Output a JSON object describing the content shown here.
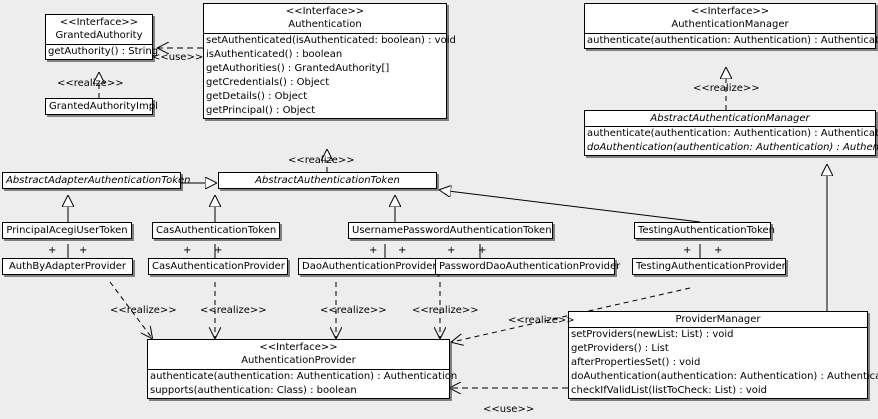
{
  "diagram": {
    "type": "uml-class-diagram",
    "background_color": "#ededed",
    "box_fill": "#ffffff",
    "line_color": "#000000",
    "stereotype_interface": "<<Interface>>",
    "stereotype_realize": "<<realize>>",
    "stereotype_use": "<<use>>",
    "association_marker": "+"
  },
  "classes": {
    "granted_authority": {
      "stereotype": "<<Interface>>",
      "name": "GrantedAuthority",
      "members": [
        "getAuthority() : String"
      ]
    },
    "granted_authority_impl": {
      "name": "GrantedAuthorityImpl",
      "members": []
    },
    "authentication": {
      "stereotype": "<<Interface>>",
      "name": "Authentication",
      "members": [
        "setAuthenticated(isAuthenticated: boolean) : void",
        "isAuthenticated() : boolean",
        "getAuthorities() : GrantedAuthority[]",
        "getCredentials() : Object",
        "getDetails() : Object",
        "getPrincipal() : Object"
      ]
    },
    "authentication_manager": {
      "stereotype": "<<Interface>>",
      "name": "AuthenticationManager",
      "members": [
        "authenticate(authentication: Authentication) : Authentication"
      ]
    },
    "abstract_authentication_manager": {
      "name": "AbstractAuthenticationManager",
      "abstract": true,
      "members": [
        "authenticate(authentication: Authentication) : Authentication",
        "doAuthentication(authentication: Authentication) : Authentication"
      ],
      "abstract_members": [
        1
      ]
    },
    "abstract_adapter_authentication_token": {
      "name": "AbstractAdapterAuthenticationToken",
      "abstract": true,
      "members": []
    },
    "abstract_authentication_token": {
      "name": "AbstractAuthenticationToken",
      "abstract": true,
      "members": []
    },
    "principal_acegi_user_token": {
      "name": "PrincipalAcegiUserToken",
      "members": []
    },
    "cas_authentication_token": {
      "name": "CasAuthenticationToken",
      "members": []
    },
    "username_password_authentication_token": {
      "name": "UsernamePasswordAuthenticationToken",
      "members": []
    },
    "testing_authentication_token": {
      "name": "TestingAuthenticationToken",
      "members": []
    },
    "auth_by_adapter_provider": {
      "name": "AuthByAdapterProvider",
      "members": []
    },
    "cas_authentication_provider": {
      "name": "CasAuthenticationProvider",
      "members": []
    },
    "dao_authentication_provider": {
      "name": "DaoAuthenticationProvider",
      "members": []
    },
    "password_dao_authentication_provider": {
      "name": "PasswordDaoAuthenticationProvider",
      "members": []
    },
    "testing_authentication_provider": {
      "name": "TestingAuthenticationProvider",
      "members": []
    },
    "authentication_provider": {
      "stereotype": "<<Interface>>",
      "name": "AuthenticationProvider",
      "members": [
        "authenticate(authentication: Authentication) : Authentication",
        "supports(authentication: Class) : boolean"
      ]
    },
    "provider_manager": {
      "name": "ProviderManager",
      "members": [
        "setProviders(newList: List) : void",
        "getProviders() : List",
        "afterPropertiesSet() : void",
        "doAuthentication(authentication: Authentication) : Authentication",
        "checkIfValidList(listToCheck: List) : void"
      ]
    }
  },
  "relationship_labels": {
    "use_auth_to_granted": "<<use>>",
    "realize_grantedimpl": "<<realize>>",
    "realize_manager": "<<realize>>",
    "realize_token_auth": "<<realize>>",
    "realize_authbyadapter": "<<realize>>",
    "realize_cas": "<<realize>>",
    "realize_dao": "<<realize>>",
    "realize_passworddao": "<<realize>>",
    "realize_testing": "<<realize>>",
    "use_provider_manager": "<<use>>"
  },
  "association_plus": [
    "+",
    "+",
    "+",
    "+",
    "+",
    "+",
    "+",
    "+",
    "+",
    "+",
    "+",
    "+"
  ]
}
